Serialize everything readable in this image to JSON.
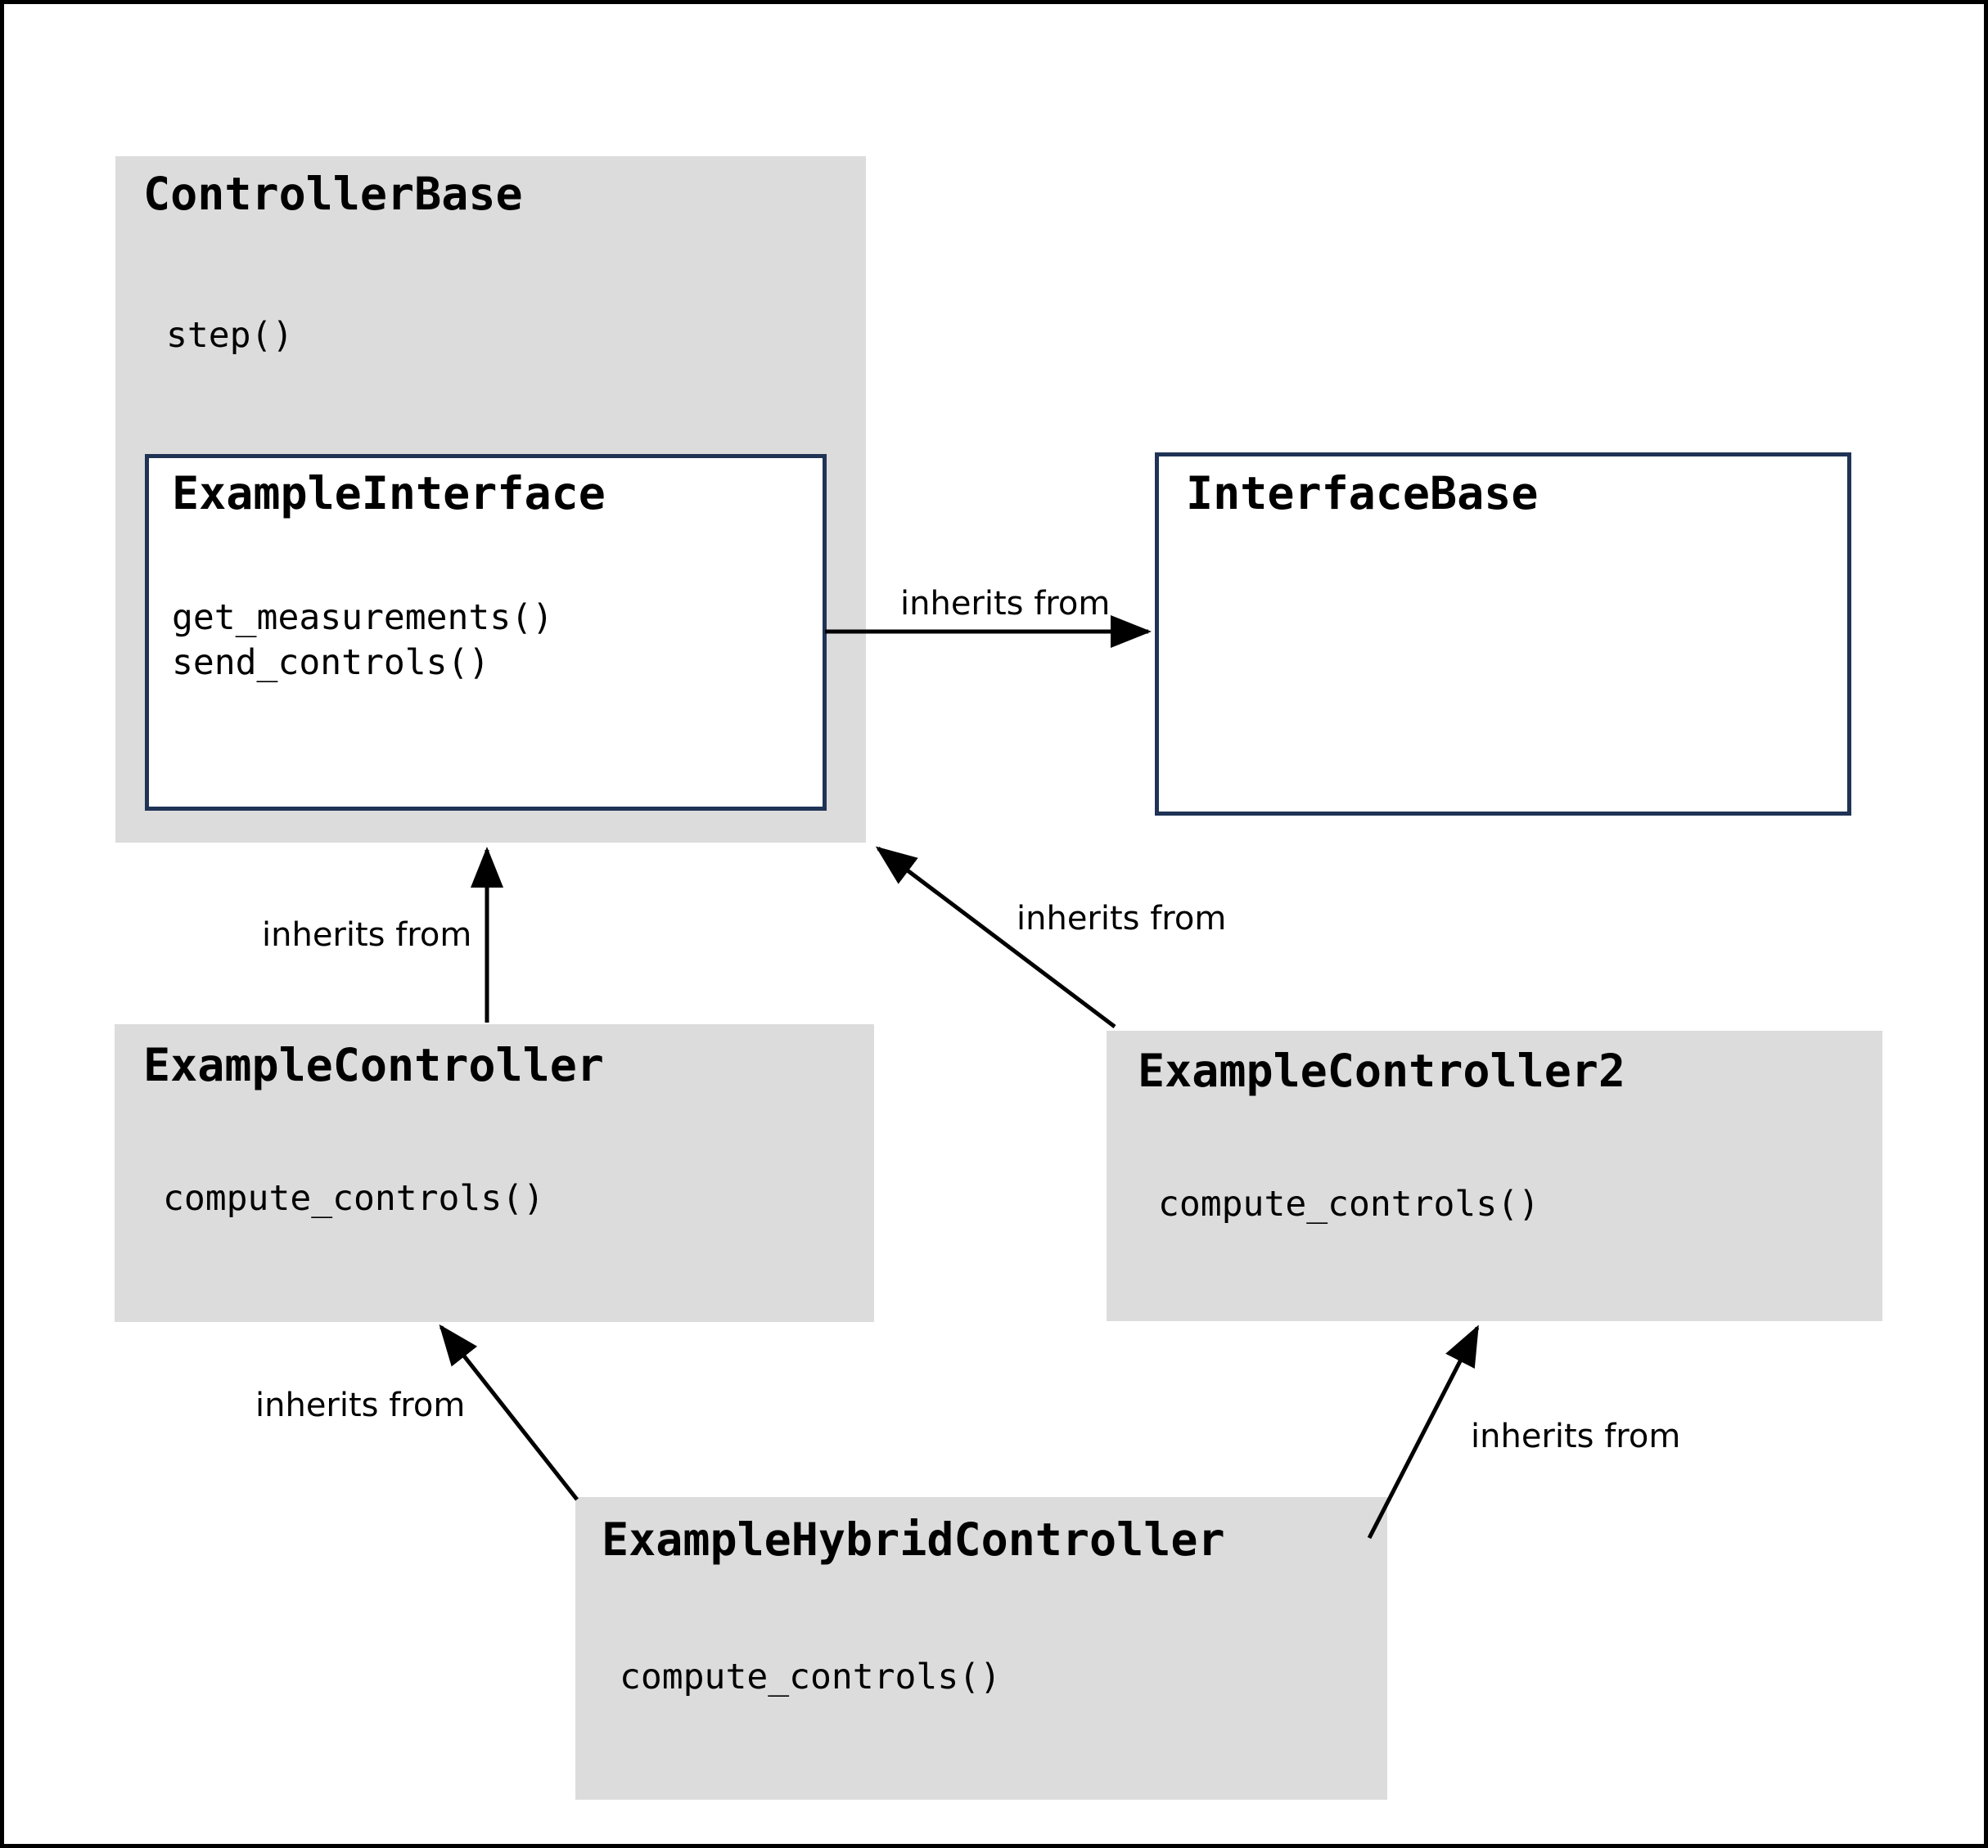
{
  "diagram": {
    "type": "uml-class-diagram",
    "background_color": "#ffffff",
    "frame_color": "#000000",
    "node_fill_grey": "#dcdcdc",
    "node_border_navy": "#1f3355",
    "edge_color": "#000000"
  },
  "nodes": {
    "controller_base": {
      "title": "ControllerBase",
      "methods": [
        "step()"
      ],
      "style": "grey-filled"
    },
    "example_interface": {
      "title": "ExampleInterface",
      "methods": [
        "get_measurements()",
        "send_controls()"
      ],
      "style": "white-navy-outline"
    },
    "interface_base": {
      "title": "InterfaceBase",
      "methods": [],
      "style": "white-navy-outline"
    },
    "example_controller": {
      "title": "ExampleController",
      "methods": [
        "compute_controls()"
      ],
      "style": "grey-filled"
    },
    "example_controller2": {
      "title": "ExampleController2",
      "methods": [
        "compute_controls()"
      ],
      "style": "grey-filled"
    },
    "example_hybrid_controller": {
      "title": "ExampleHybridController",
      "methods": [
        "compute_controls()"
      ],
      "style": "grey-filled"
    }
  },
  "edges": [
    {
      "id": "interface-to-interfacebase",
      "label": "inherits from",
      "from": "example_interface",
      "to": "interface_base"
    },
    {
      "id": "controller-to-controllerbase",
      "label": "inherits from",
      "from": "example_controller",
      "to": "controller_base"
    },
    {
      "id": "controller2-to-controllerbase",
      "label": "inherits from",
      "from": "example_controller2",
      "to": "controller_base"
    },
    {
      "id": "hybrid-to-controller",
      "label": "inherits from",
      "from": "example_hybrid_controller",
      "to": "example_controller"
    },
    {
      "id": "hybrid-to-controller2",
      "label": "inherits from",
      "from": "example_hybrid_controller",
      "to": "example_controller2"
    }
  ]
}
